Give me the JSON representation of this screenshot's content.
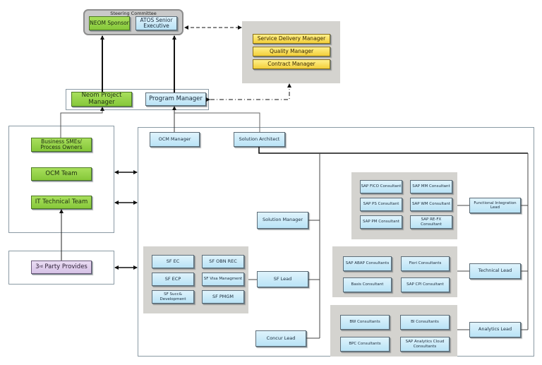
{
  "steering_committee": {
    "title": "Steering Committee",
    "members": [
      "NEOM Sponsor",
      "ATOS Senior Executive"
    ]
  },
  "atos_management": [
    "Service Delivery Manager",
    "Quality Manager",
    "Contract Manager"
  ],
  "project_management": {
    "neom_pm": "Neom Project Manager",
    "program_manager": "Program Manager"
  },
  "neom_teams": [
    "Business SMEs/ Process Owners",
    "OCM Team",
    "IT Technical Team"
  ],
  "third_party": {
    "prefix": "3",
    "sup": "rd",
    "rest": " Party Provides"
  },
  "delivery": {
    "ocm_manager": "OCM Manager",
    "solution_architect": "Solution Architect",
    "solution_manager": "Solution Manager",
    "sf_lead": "SF Lead",
    "concur_lead": "Concur Lead",
    "sf_team": [
      "SF EC",
      "SF OBN REC",
      "SF ECP",
      "SF Visa Managment",
      "SF Succ& Development",
      "SF PMGM"
    ],
    "functional_team": [
      "SAP FICO Consultant",
      "SAP MM Consultant",
      "SAP PS Consultant",
      "SAP WM Consultant",
      "SAP PM Consultant",
      "SAP RE-FX Consultant"
    ],
    "functional_lead": "Functional Integration Lead",
    "technical_team": [
      "SAP ABAP Consultants",
      "Fiori Consultants",
      "Basis Consultant",
      "SAP CPI Consultant"
    ],
    "technical_lead": "Technical Lead",
    "analytics_team": [
      "BW Consultants",
      "BI Consultants",
      "BPC Consultants",
      "SAP Analytics Cloud Consultants"
    ],
    "analytics_lead": "Analytics Lead"
  },
  "colors": {
    "neom_green": "#8fd14f",
    "atos_blue": "#c6e9f8",
    "management_yellow": "#f7d94a",
    "third_party_purple": "#dccbea",
    "group_gray": "#d4d3cf"
  }
}
